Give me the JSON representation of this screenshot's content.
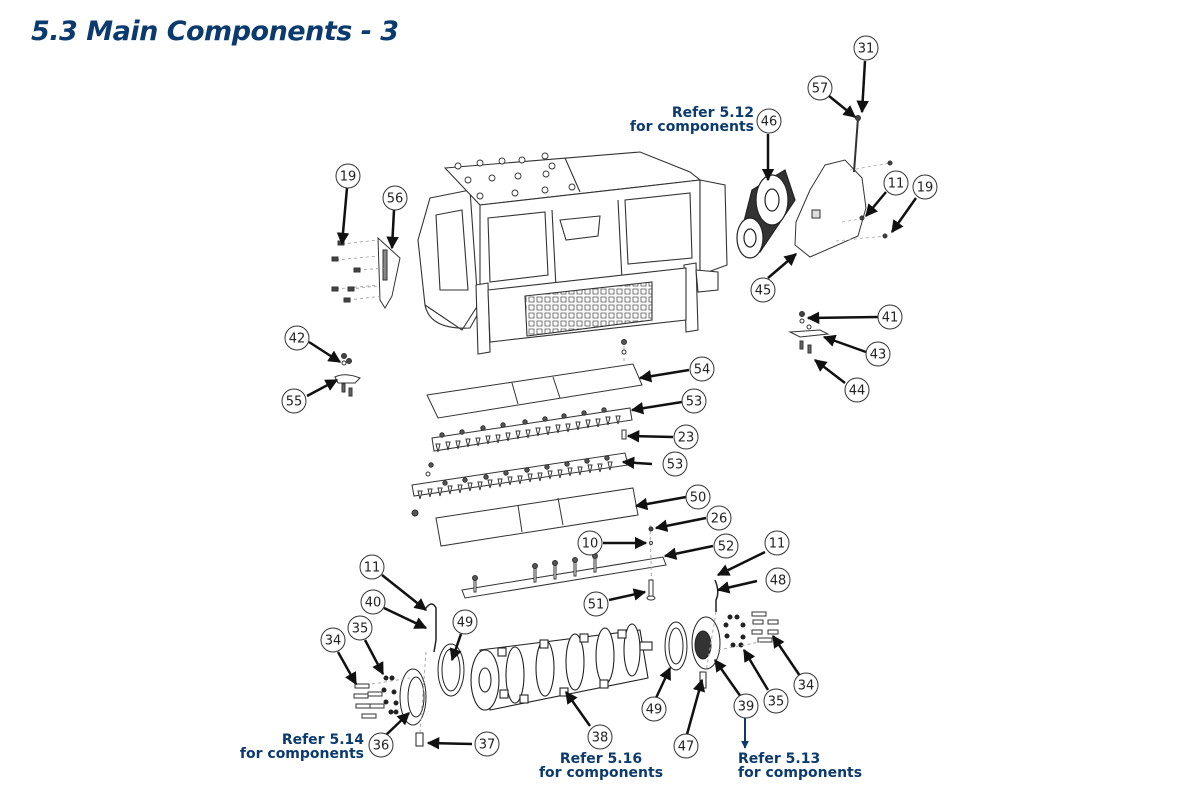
{
  "page": {
    "title": "5.3 Main Components - 3"
  },
  "colors": {
    "accent": "#0b3a6e",
    "line": "#1a1a1a",
    "part_stroke": "#333333"
  },
  "references": [
    {
      "id": "ref-5-12",
      "line1": "Refer 5.12",
      "line2": "for components"
    },
    {
      "id": "ref-5-14",
      "line1": "Refer 5.14",
      "line2": "for components"
    },
    {
      "id": "ref-5-16",
      "line1": "Refer 5.16",
      "line2": "for components"
    },
    {
      "id": "ref-5-13",
      "line1": "Refer 5.13",
      "line2": "for components"
    }
  ],
  "callouts": [
    {
      "num": "31"
    },
    {
      "num": "57"
    },
    {
      "num": "46"
    },
    {
      "num": "11"
    },
    {
      "num": "19"
    },
    {
      "num": "45"
    },
    {
      "num": "19"
    },
    {
      "num": "56"
    },
    {
      "num": "41"
    },
    {
      "num": "43"
    },
    {
      "num": "44"
    },
    {
      "num": "42"
    },
    {
      "num": "55"
    },
    {
      "num": "54"
    },
    {
      "num": "53"
    },
    {
      "num": "23"
    },
    {
      "num": "53"
    },
    {
      "num": "50"
    },
    {
      "num": "26"
    },
    {
      "num": "10"
    },
    {
      "num": "52"
    },
    {
      "num": "11"
    },
    {
      "num": "48"
    },
    {
      "num": "51"
    },
    {
      "num": "11"
    },
    {
      "num": "40"
    },
    {
      "num": "49"
    },
    {
      "num": "35"
    },
    {
      "num": "34"
    },
    {
      "num": "36"
    },
    {
      "num": "37"
    },
    {
      "num": "38"
    },
    {
      "num": "49"
    },
    {
      "num": "47"
    },
    {
      "num": "39"
    },
    {
      "num": "35"
    },
    {
      "num": "34"
    }
  ]
}
